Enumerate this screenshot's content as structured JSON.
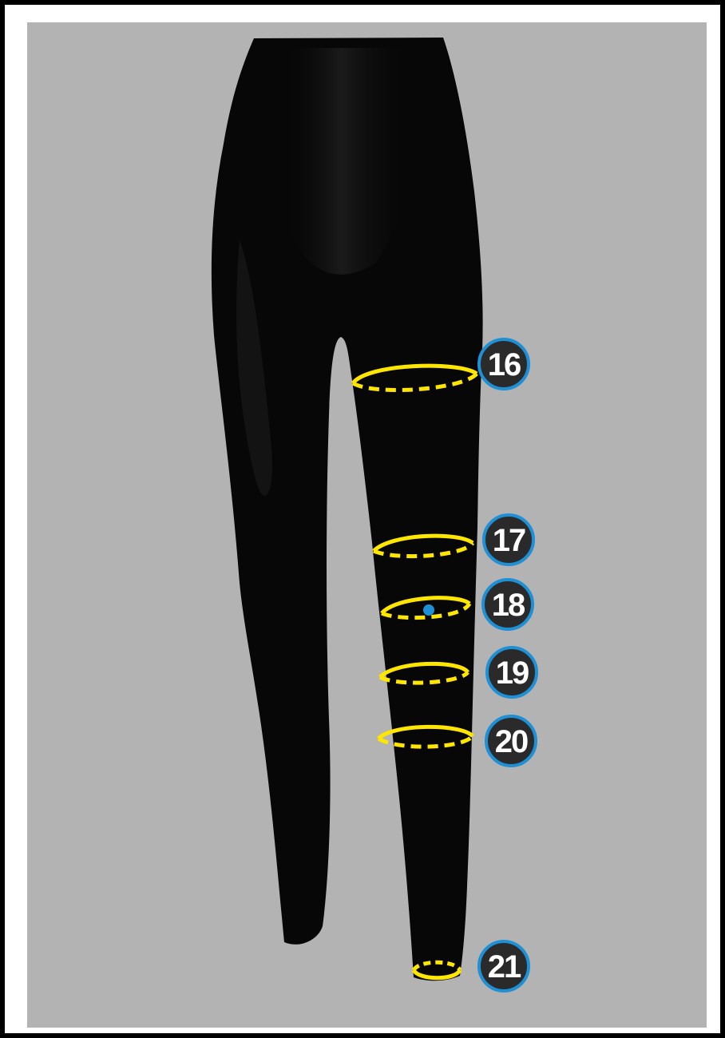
{
  "colors": {
    "background": "#b3b3b3",
    "frame": "#000000",
    "mannequin": "#070707",
    "ring": "#ffe600",
    "badge_fill": "#2a2a2a",
    "badge_ring": "#1e90d6",
    "marker_dot": "#1e90d6"
  },
  "measurements": [
    {
      "number": "16"
    },
    {
      "number": "17"
    },
    {
      "number": "18"
    },
    {
      "number": "19"
    },
    {
      "number": "20"
    },
    {
      "number": "21"
    }
  ]
}
